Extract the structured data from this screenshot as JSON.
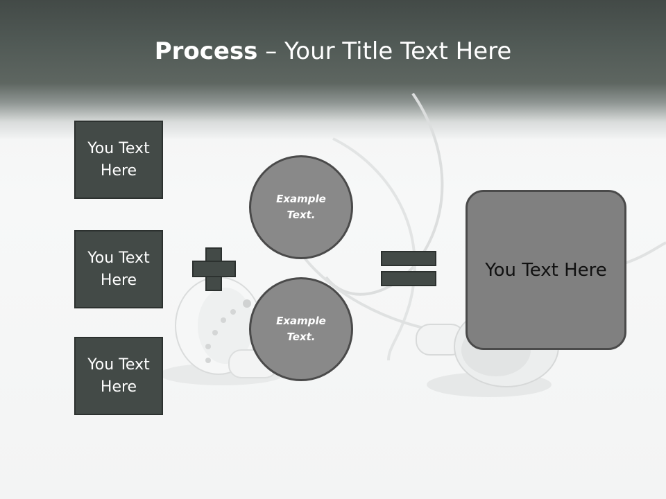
{
  "title": {
    "bold": "Process",
    "rest": " – Your Title Text Here"
  },
  "inputs": [
    {
      "text": "You Text Here"
    },
    {
      "text": "You Text Here"
    },
    {
      "text": "You Text Here"
    }
  ],
  "examples": [
    {
      "text": "Example Text."
    },
    {
      "text": "Example Text."
    }
  ],
  "result": {
    "text": "You Text Here"
  },
  "symbols": {
    "plus": "plus-icon",
    "equals": "equals-icon"
  },
  "colors": {
    "banner": "#434a47",
    "box": "#434a47",
    "circle": "#898989",
    "result": "#808080"
  }
}
